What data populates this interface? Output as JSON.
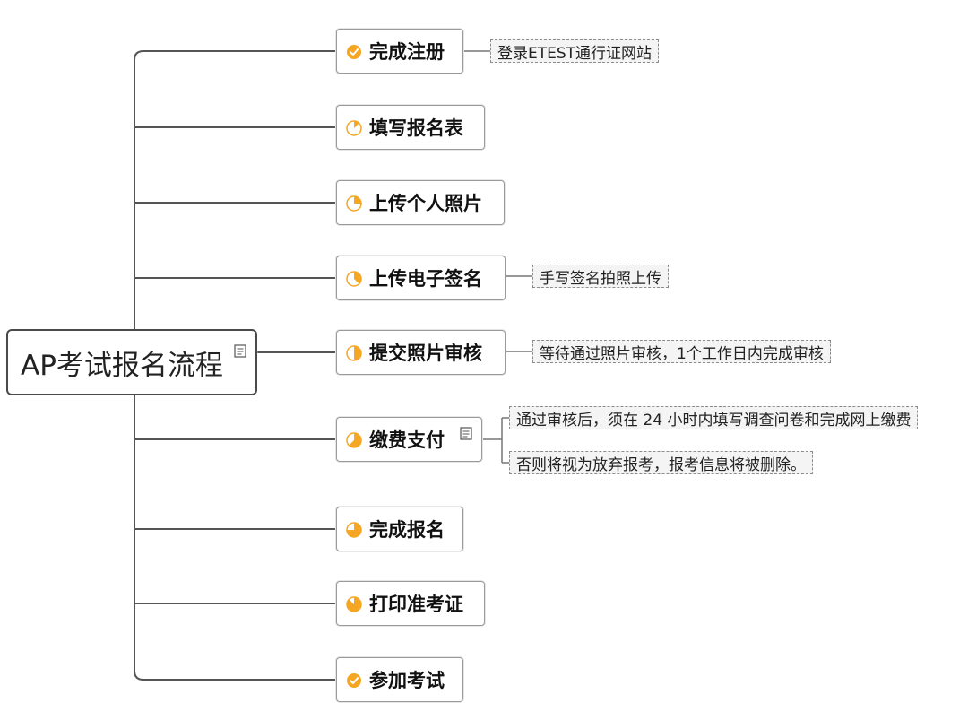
{
  "root": {
    "label": "AP考试报名流程",
    "icon": "note-icon"
  },
  "steps": [
    {
      "label": "完成注册",
      "progress": 1.0,
      "icon": "check-circle-icon"
    },
    {
      "label": "填写报名表",
      "progress": 0.125,
      "icon": "progress-pie-icon"
    },
    {
      "label": "上传个人照片",
      "progress": 0.25,
      "icon": "progress-pie-icon"
    },
    {
      "label": "上传电子签名",
      "progress": 0.375,
      "icon": "progress-pie-icon"
    },
    {
      "label": "提交照片审核",
      "progress": 0.5,
      "icon": "progress-pie-icon"
    },
    {
      "label": "缴费支付",
      "progress": 0.625,
      "icon": "progress-pie-icon",
      "has_note": true
    },
    {
      "label": "完成报名",
      "progress": 0.75,
      "icon": "progress-pie-icon"
    },
    {
      "label": "打印准考证",
      "progress": 0.875,
      "icon": "progress-pie-icon"
    },
    {
      "label": "参加考试",
      "progress": 1.0,
      "icon": "check-circle-icon"
    }
  ],
  "tips": [
    {
      "step": 0,
      "text": "登录ETEST通行证网站"
    },
    {
      "step": 3,
      "text": "手写签名拍照上传"
    },
    {
      "step": 4,
      "text": "等待通过照片审核，1个工作日内完成审核"
    },
    {
      "step": 5,
      "text": "通过审核后，须在 24 小时内填写调查问卷和完成网上缴费"
    },
    {
      "step": 5,
      "text": "否则将视为放弃报考，报考信息将被删除。"
    }
  ],
  "colors": {
    "accent": "#f5a623",
    "line": "#555555",
    "node_border": "#9a9a9a",
    "tip_bg": "#f4f4f4"
  }
}
